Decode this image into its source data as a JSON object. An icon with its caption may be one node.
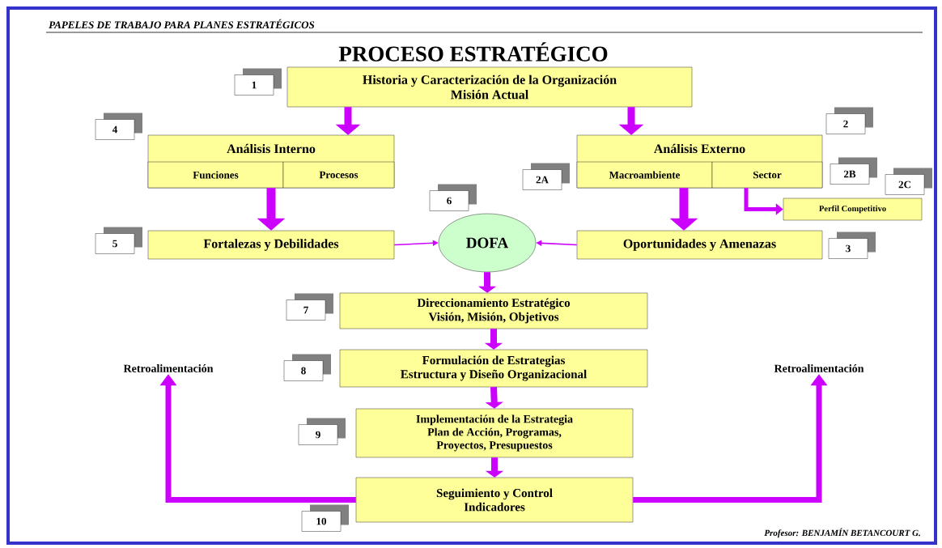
{
  "diagram": {
    "title": "PROCESO ESTRATÉGICO",
    "nodes": [
      {
        "text": [
          "Historia y Caracterización de la Organización",
          "Misión Actual"
        ]
      },
      {
        "text": [
          "Análisis Interno"
        ]
      },
      {
        "text": [
          "Funciones"
        ],
        "in": 1
      },
      {
        "text": [
          "Procesos"
        ],
        "in": 1
      },
      {
        "text": [
          "Análisis Externo"
        ]
      },
      {
        "text": [
          "Macroambiente"
        ],
        "in": 4
      },
      {
        "text": [
          "Sector"
        ],
        "in": 4
      },
      {
        "text": [
          "Perfil Competitivo"
        ]
      },
      {
        "text": [
          "Fortalezas y Debilidades"
        ]
      },
      {
        "text": [
          "DOFA"
        ]
      },
      {
        "text": [
          "Oportunidades y Amenazas"
        ]
      },
      {
        "text": [
          "Direccionamiento Estratégico",
          "Visión, Misión, Objetivos"
        ]
      },
      {
        "text": [
          "Formulación de Estrategias",
          "Estructura y Diseño Organizacional"
        ]
      },
      {
        "text": [
          "Implementación de la Estrategia",
          "Plan de Acción, Programas,",
          "Proyectos, Presupuestos"
        ]
      },
      {
        "text": [
          "Seguimiento y Control",
          "Indicadores"
        ]
      },
      {
        "text": [
          "Retroalimentación"
        ]
      },
      {
        "text": [
          "Retroalimentación"
        ]
      },
      {
        "text": [
          "1"
        ]
      },
      {
        "text": [
          "4"
        ]
      },
      {
        "text": [
          "2"
        ]
      },
      {
        "text": [
          "2A"
        ]
      },
      {
        "text": [
          "2B"
        ]
      },
      {
        "text": [
          "2C"
        ]
      },
      {
        "text": [
          "6"
        ]
      },
      {
        "text": [
          "5"
        ]
      },
      {
        "text": [
          "3"
        ]
      },
      {
        "text": [
          "7"
        ]
      },
      {
        "text": [
          "8"
        ]
      },
      {
        "text": [
          "9"
        ]
      },
      {
        "text": [
          "10"
        ]
      }
    ],
    "edges": [
      {
        "from": 0,
        "to": 1,
        "arrow": "to"
      },
      {
        "from": 0,
        "to": 4,
        "arrow": "to"
      },
      {
        "from": 1,
        "to": 8,
        "arrow": "to"
      },
      {
        "from": 4,
        "to": 10,
        "arrow": "to"
      },
      {
        "from": 6,
        "to": 7,
        "arrow": "to"
      },
      {
        "from": 8,
        "to": 9,
        "arrow": "to"
      },
      {
        "from": 10,
        "to": 9,
        "arrow": "to"
      },
      {
        "from": 9,
        "to": 11,
        "arrow": "to"
      },
      {
        "from": 11,
        "to": 12,
        "arrow": "to"
      },
      {
        "from": 12,
        "to": 13,
        "arrow": "to"
      },
      {
        "from": 13,
        "to": 14,
        "arrow": "to"
      },
      {
        "from": 14,
        "to": 15,
        "arrow": "to"
      },
      {
        "from": 14,
        "to": 16,
        "arrow": "to"
      }
    ],
    "labels": [
      "PAPELES DE TRABAJO PARA PLANES ESTRATÉGICOS",
      "Profesor:  BENJAMÍN BETANCOURT G."
    ]
  }
}
